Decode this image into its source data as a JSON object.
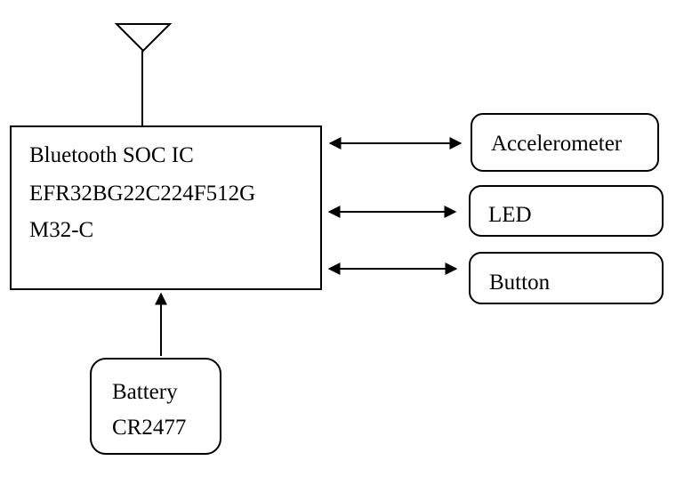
{
  "soc": {
    "line1": "Bluetooth SOC IC",
    "line2": "EFR32BG22C224F512G",
    "line3": "M32-C"
  },
  "peripherals": {
    "accelerometer": "Accelerometer",
    "led": "LED",
    "button": "Button"
  },
  "battery": {
    "line1": "Battery",
    "line2": "CR2477"
  },
  "colors": {
    "stroke": "#000000",
    "background": "#ffffff"
  }
}
